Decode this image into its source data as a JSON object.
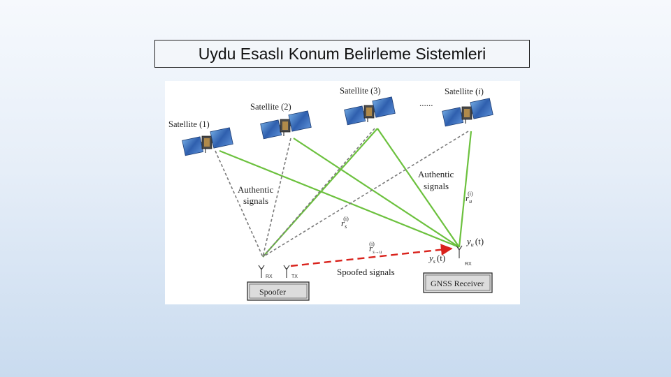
{
  "slide": {
    "title": "Uydu Esaslı Konum Belirleme Sistemleri"
  },
  "diagram": {
    "satellites": {
      "s1": "Satellite (1)",
      "s2": "Satellite (2)",
      "s3": "Satellite (3)",
      "si_prefix": "Satellite (",
      "si_index": "i",
      "si_suffix": ")",
      "ellipsis": "......"
    },
    "labels": {
      "authentic_left_1": "Authentic",
      "authentic_left_2": "signals",
      "authentic_right_1": "Authentic",
      "authentic_right_2": "signals",
      "spoofed": "Spoofed signals",
      "spoofer": "Spoofer",
      "receiver": "GNSS Receiver",
      "rx_spoofer": "RX",
      "tx_spoofer": "TX",
      "rx_receiver": "RX"
    },
    "math": {
      "r": "r",
      "sup_i": "(i)",
      "sub_s": "s",
      "sub_u": "u",
      "sub_s_to_u": "s→u",
      "y": "y",
      "t_paren": "(t)"
    },
    "colors": {
      "authentic_line": "#6cc13e",
      "spoofer_line": "#7a7a7a",
      "spoofed_line": "#d9221c",
      "box_fill": "#dcdcdc"
    }
  }
}
